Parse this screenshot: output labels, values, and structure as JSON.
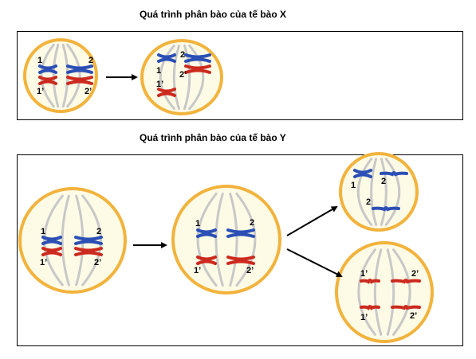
{
  "titles": {
    "x": "Quá trình phân bào của tế bào X",
    "y": "Quá trình phân bào của tế bào Y"
  },
  "labels": {
    "one": "1",
    "two": "2",
    "one_prime": "1’",
    "two_prime": "2’"
  },
  "colors": {
    "cell_border": "#f2b33d",
    "cell_fill": "#fdfbe6",
    "spindle": "#c8c8c8",
    "chrom_blue": "#2b4fb5",
    "chrom_red": "#cc2a1f",
    "arrow": "#000000",
    "panel_border": "#000000"
  },
  "icons": {
    "arrow": "right-arrow-icon"
  }
}
